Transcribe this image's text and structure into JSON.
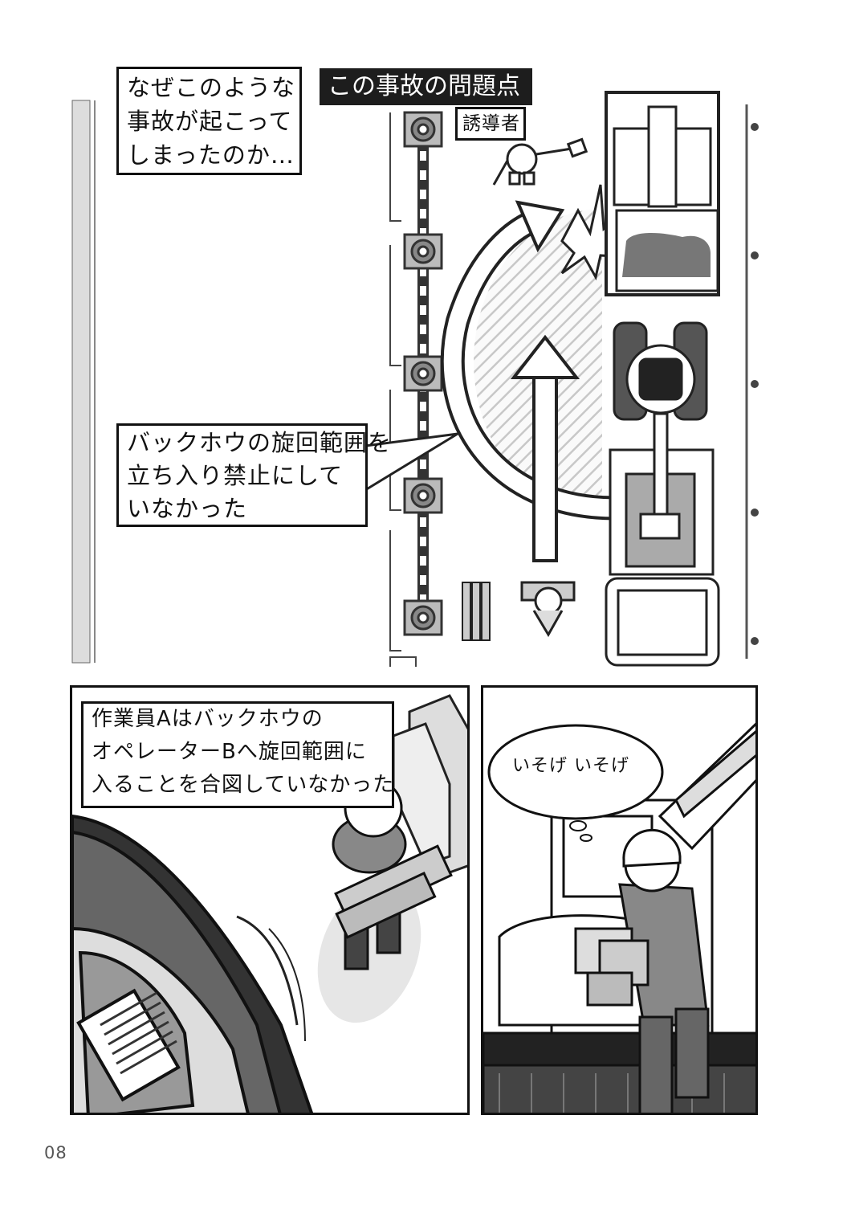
{
  "page_number": "08",
  "diagram": {
    "question_lines": [
      "なぜこのような",
      "事故が起こって",
      "しまったのか…"
    ],
    "problem_title": "この事故の問題点",
    "guide_label": "誘導者",
    "problem_lines": [
      "バックホウの旋回範囲を",
      "立ち入り禁止にして",
      "いなかった"
    ]
  },
  "panel_left": {
    "caption_lines": [
      "作業員Aはバックホウの",
      "オペレーターBへ旋回範囲に",
      "入ることを合図していなかった"
    ]
  },
  "panel_right": {
    "thought": "いそげ いそげ"
  }
}
